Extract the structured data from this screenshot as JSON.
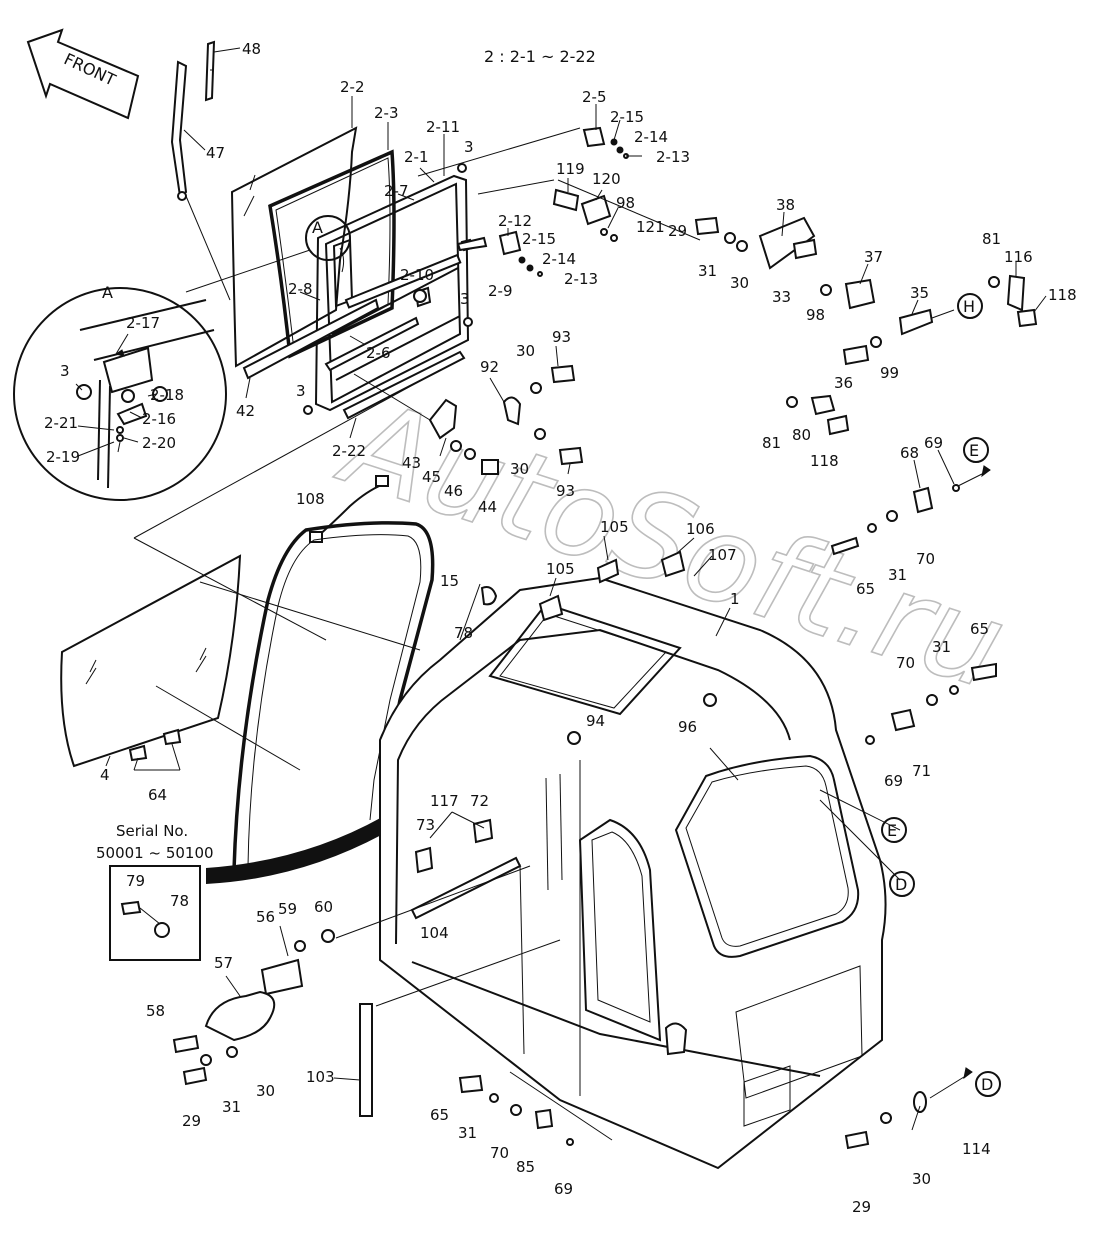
{
  "header": {
    "group_note": "2 : 2-1 ~ 2-22"
  },
  "front_arrow": {
    "label": "FRONT"
  },
  "serial_box": {
    "title": "Serial No.",
    "range": "50001 ~ 50100"
  },
  "watermark": {
    "text": "AutoSoft.ru"
  },
  "detail_view": {
    "label": "A"
  },
  "references": {
    "H": "H",
    "E": "E",
    "D": "D",
    "A": "A"
  },
  "parts": {
    "p48": "48",
    "p47": "47",
    "p22": "2-2",
    "p23": "2-3",
    "p211": "2-11",
    "p3a": "3",
    "p21": "2-1",
    "p27": "2-7",
    "p25": "2-5",
    "p215a": "2-15",
    "p214a": "2-14",
    "p213a": "2-13",
    "p119": "119",
    "p120": "120",
    "p98a": "98",
    "p121": "121",
    "p212": "2-12",
    "p215b": "2-15",
    "p214b": "2-14",
    "p213b": "2-13",
    "p210": "2-10",
    "p29": "2-9",
    "p28": "2-8",
    "p3b": "3",
    "p26": "2-6",
    "p42": "42",
    "p3c": "3",
    "p222": "2-22",
    "p43": "43",
    "p45": "45",
    "p46": "46",
    "p44": "44",
    "p92": "92",
    "p30a": "30",
    "p93a": "93",
    "p30b": "30",
    "p93b": "93",
    "p217": "2-17",
    "p3d": "3",
    "p218": "2-18",
    "p216": "2-16",
    "p221": "2-21",
    "p220": "2-20",
    "p219": "2-19",
    "p38": "38",
    "p29a": "29",
    "p31a": "31",
    "p30c": "30",
    "p37": "37",
    "p33": "33",
    "p98b": "98",
    "p35": "35",
    "p36": "36",
    "p99": "99",
    "p81a": "81",
    "p116": "116",
    "p118a": "118",
    "p81b": "81",
    "p80": "80",
    "p118b": "118",
    "p69a": "69",
    "p68": "68",
    "p65a": "65",
    "p31b": "31",
    "p70a": "70",
    "p108": "108",
    "p105a": "105",
    "p106": "106",
    "p107": "107",
    "p105b": "105",
    "p15": "15",
    "p78a": "78",
    "p1": "1",
    "p65b": "65",
    "p31c": "31",
    "p70b": "70",
    "p96": "96",
    "p94": "94",
    "p71": "71",
    "p69b": "69",
    "p4": "4",
    "p64": "64",
    "p117": "117",
    "p72": "72",
    "p73": "73",
    "p104": "104",
    "p79": "79",
    "p78b": "78",
    "p56": "56",
    "p59": "59",
    "p60": "60",
    "p57": "57",
    "p58": "58",
    "p29b": "29",
    "p31d": "31",
    "p30d": "30",
    "p103": "103",
    "p65c": "65",
    "p31e": "31",
    "p70c": "70",
    "p85": "85",
    "p69c": "69",
    "p114": "114",
    "p30e": "30",
    "p29c": "29"
  }
}
